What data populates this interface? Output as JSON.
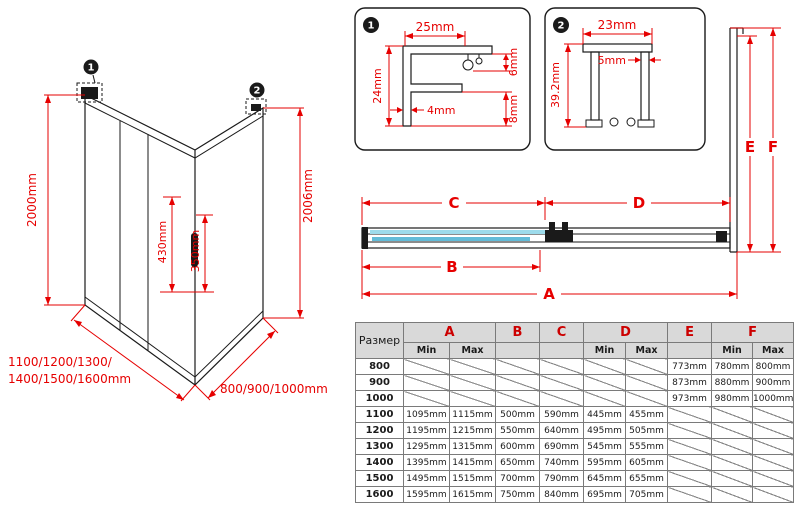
{
  "colors": {
    "dimension_red": "#e60000",
    "table_letter_red": "#cc0000",
    "drawing_black": "#1a1a1a",
    "glass_blue_light": "#9ddbeb",
    "glass_blue_dark": "#63bcd8",
    "table_header_gray": "#d9d9d9"
  },
  "left_view": {
    "callout1": "1",
    "callout2": "2",
    "height_left": "2000mm",
    "handle_dim1": "430mm",
    "handle_dim2": "350mm",
    "height_right": "2006mm",
    "door_widths_line1": "1100/1200/1300/",
    "door_widths_line2": "1400/1500/1600mm",
    "side_widths": "800/900/1000mm"
  },
  "detail1": {
    "callout": "1",
    "width_top": "25mm",
    "height_left": "24mm",
    "web": "4mm",
    "gap_top": "6mm",
    "gap_bottom": "8mm"
  },
  "detail2": {
    "callout": "2",
    "width_top": "23mm",
    "thickness": "5mm",
    "height_left": "39.2mm"
  },
  "top_view": {
    "dim_a": "A",
    "dim_b": "B",
    "dim_c": "C",
    "dim_d": "D",
    "dim_e": "E",
    "dim_f": "F"
  },
  "table": {
    "size_header": "Размер",
    "columns": {
      "a": "A",
      "b": "B",
      "c": "C",
      "d": "D",
      "e": "E",
      "f": "F"
    },
    "min_label": "Min",
    "max_label": "Max",
    "rows": [
      {
        "size": "800",
        "cells": [
          "",
          "",
          "",
          "",
          "",
          "",
          "773mm",
          "780mm",
          "800mm"
        ]
      },
      {
        "size": "900",
        "cells": [
          "",
          "",
          "",
          "",
          "",
          "",
          "873mm",
          "880mm",
          "900mm"
        ]
      },
      {
        "size": "1000",
        "cells": [
          "",
          "",
          "",
          "",
          "",
          "",
          "973mm",
          "980mm",
          "1000mm"
        ]
      },
      {
        "size": "1100",
        "cells": [
          "1095mm",
          "1115mm",
          "500mm",
          "590mm",
          "445mm",
          "455mm",
          "",
          "",
          ""
        ]
      },
      {
        "size": "1200",
        "cells": [
          "1195mm",
          "1215mm",
          "550mm",
          "640mm",
          "495mm",
          "505mm",
          "",
          "",
          ""
        ]
      },
      {
        "size": "1300",
        "cells": [
          "1295mm",
          "1315mm",
          "600mm",
          "690mm",
          "545mm",
          "555mm",
          "",
          "",
          ""
        ]
      },
      {
        "size": "1400",
        "cells": [
          "1395mm",
          "1415mm",
          "650mm",
          "740mm",
          "595mm",
          "605mm",
          "",
          "",
          ""
        ]
      },
      {
        "size": "1500",
        "cells": [
          "1495mm",
          "1515mm",
          "700mm",
          "790mm",
          "645mm",
          "655mm",
          "",
          "",
          ""
        ]
      },
      {
        "size": "1600",
        "cells": [
          "1595mm",
          "1615mm",
          "750mm",
          "840mm",
          "695mm",
          "705mm",
          "",
          "",
          ""
        ]
      }
    ]
  }
}
